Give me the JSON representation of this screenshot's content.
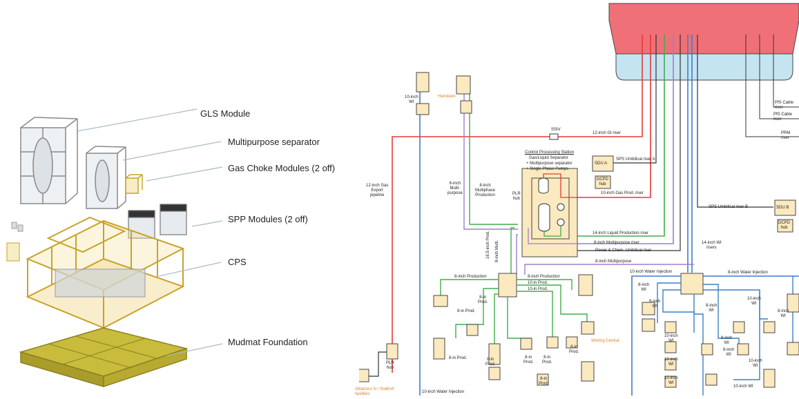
{
  "left_panel": {
    "labels": {
      "gls": "GLS Module",
      "multipurpose": "Multipurpose separator",
      "gas_choke": "Gas Choke Modules (2 off)",
      "spp": "SPP Modules (2 off)",
      "cps": "CPS",
      "mudmat": "Mudmat Foundation"
    }
  },
  "right_panel": {
    "labels": {
      "hansteen": "Hansteen",
      "wi_10": "10-inch\nWI",
      "gas_export": "12-inch Gas\nExport\npipeline",
      "six_inch_mp": "6-inch\nMulti-\npurpose",
      "eight_inch_mp_prod": "8-inch\nMultiphase\nProduction",
      "ssiv": "SSIV",
      "gi_riser": "12-inch GI riser",
      "cps_title": "Control Processing Station",
      "cps_sub1": "Gas/Liquid Separator",
      "cps_sub2": "+ Multipurpose separator",
      "cps_sub3": "+ Single Phase Pumps",
      "sdu_a": "SDU A",
      "dcpd_a": "DCPD\nhub",
      "sps_umb_a": "SPS Umbilical riser A",
      "plr_hub_top": "PLR\nhub",
      "gas_prod_riser": "10-inch Gas Prod. riser",
      "liquid_prod_riser": "14-inch Liquid Production riser",
      "mp_riser_8": "8-inch Multipurpose riser",
      "power_chem": "Power & Chem. Umbilical riser",
      "mp_8_bottom": "8-inch Multipurpose",
      "prod_16": "16.5-inch Prod.",
      "mp_8_vert": "8-inch Multi.",
      "wi_risers": "14-inch WI\nrisers",
      "sps_umb_b": "SPS Umbilical riser B",
      "sdu_b": "SDU B",
      "dcpd_b": "DCPD\nhub",
      "pfs_cable_1": "PfS Cable riser",
      "pfs_cable_2": "PfS Cable riser",
      "prm_riser": "PRM riser",
      "prod_8_left": "8-inch Production",
      "prod_8_right": "8-inch Production",
      "prod_10_a": "10-in Prod.",
      "prod_10_b": "10-in Prod.",
      "prod_8in_a": "8-in Prod.",
      "prod_8in_b": "8-in Prod.",
      "prod_8in_c": "8-in\nProd.",
      "prod_8in_d": "8-in\nProd.",
      "prod_8in_e": "8-in\nProd.",
      "prod_8in_f": "8-in\nProd.",
      "prod_8in_g": "8-in\nProd.",
      "prod_8in_h": "8-in\nProd.",
      "wisting_central": "Wisting Central",
      "plr_hub_bottom": "PLR\nhub",
      "albatross": "Albatross N / Snøhvit\nfacilities",
      "water_inj_10_bottom": "10-inch Water Injection",
      "water_inj_10_right": "10-inch Water Injection",
      "water_inj_8_right": "8-inch Water Injection",
      "wi_8_a": "8-inch\nWI",
      "wi_8_b": "8-inch\nWI",
      "wi_8_c": "8-inch\nWI",
      "wi_10_a": "10-inch\nWI",
      "wi_10_b": "10-inch\nWI",
      "wi_10_c": "10-inch\nWI",
      "wi_10_d": "10-inch\nWI",
      "wi_10_e": "10-inch\nWI",
      "wi_8_d": "8-inch\nWI",
      "wi_8_e": "8-inch\nWI",
      "wi_8_f": "8-inch\nWI",
      "wi_10_bottom": "10-inch WI"
    },
    "colors": {
      "red": "#e53935",
      "blue": "#3a7fc8",
      "green": "#3fae49",
      "purple": "#9b7fd0",
      "black": "#222222",
      "hull_top": "#f07078",
      "hull_body": "#c5e4f1",
      "cps_fill": "#fbe9bf",
      "orange_text": "#e08020"
    }
  }
}
